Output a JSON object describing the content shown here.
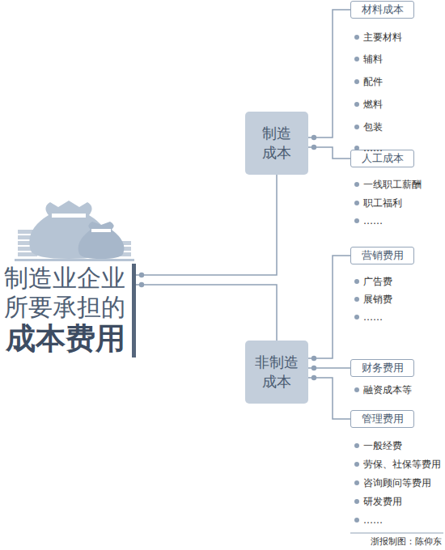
{
  "diagram": {
    "caption": "浙报制图：陈仰东",
    "nodes": [
      {
        "text": [
          "制造业企业 所要承担的 成本费用"
        ]
      },
      {
        "text": [
          "制造 成本"
        ]
      },
      {
        "text": [
          "材料成本"
        ]
      },
      {
        "text": [
          "人工成本"
        ]
      },
      {
        "text": [
          "非制造 成本"
        ]
      },
      {
        "text": [
          "营销费用"
        ]
      },
      {
        "text": [
          "财务费用"
        ]
      },
      {
        "text": [
          "管理费用"
        ]
      }
    ],
    "edges": [
      {
        "from": 0,
        "to": 1,
        "arrow": "none"
      },
      {
        "from": 0,
        "to": 4,
        "arrow": "none"
      },
      {
        "from": 1,
        "to": 2,
        "arrow": "none"
      },
      {
        "from": 1,
        "to": 3,
        "arrow": "none"
      },
      {
        "from": 4,
        "to": 5,
        "arrow": "none"
      },
      {
        "from": 4,
        "to": 6,
        "arrow": "none"
      },
      {
        "from": 4,
        "to": 7,
        "arrow": "none"
      }
    ],
    "labels": [
      "主要材料",
      "辅料",
      "配件",
      "燃料",
      "包装",
      "……",
      "一线职工薪酬",
      "职工福利",
      "……",
      "广告费",
      "展销费",
      "……",
      "融资成本等",
      "一般经费",
      "劳保、社保等费用",
      "咨询顾问等费用",
      "研发费用",
      "……"
    ]
  }
}
